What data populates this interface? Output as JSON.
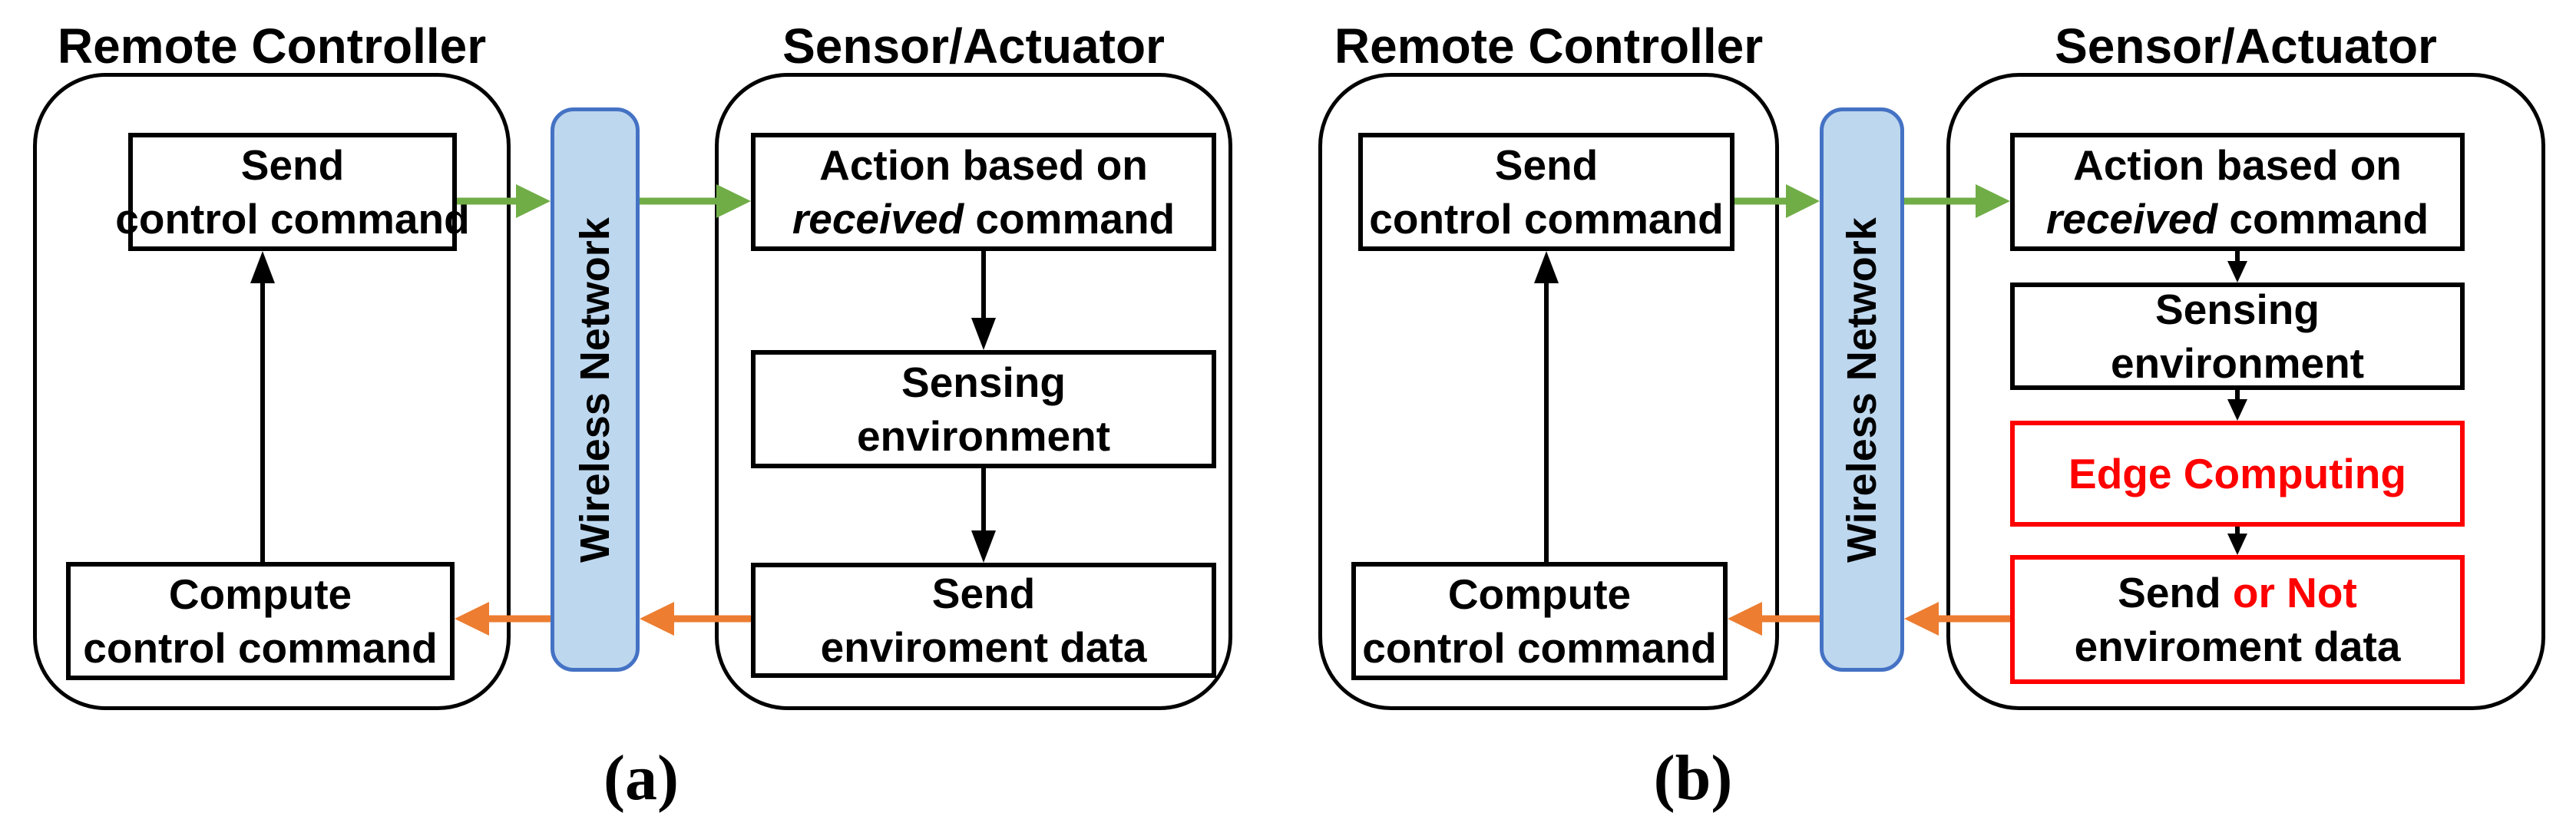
{
  "colors": {
    "green": "#70AD47",
    "orange": "#ED7D31",
    "network_fill": "#BDD7EE",
    "network_border": "#4472C4",
    "red": "#FF0000",
    "black": "#000000"
  },
  "panel_a": {
    "caption": "(a)",
    "remote_controller": {
      "title": "Remote Controller",
      "send_box": {
        "line1": "Send",
        "line2": "control command"
      },
      "compute_box": {
        "line1": "Compute",
        "line2": "control command"
      }
    },
    "wireless_network": {
      "label": "Wireless Network"
    },
    "sensor_actuator": {
      "title": "Sensor/Actuator",
      "action_box": {
        "line1": "Action based on",
        "italic": "received",
        "line2_rest": " command"
      },
      "sensing_box": {
        "line1": "Sensing",
        "line2": "environment"
      },
      "send_data_box": {
        "line1": "Send",
        "line2": "enviroment data"
      }
    }
  },
  "panel_b": {
    "caption": "(b)",
    "remote_controller": {
      "title": "Remote Controller",
      "send_box": {
        "line1": "Send",
        "line2": "control command"
      },
      "compute_box": {
        "line1": "Compute",
        "line2": "control command"
      }
    },
    "wireless_network": {
      "label": "Wireless Network"
    },
    "sensor_actuator": {
      "title": "Sensor/Actuator",
      "action_box": {
        "line1": "Action based on",
        "italic": "received",
        "line2_rest": " command"
      },
      "sensing_box": {
        "line1": "Sensing",
        "line2": "environment"
      },
      "edge_box": {
        "label": "Edge Computing"
      },
      "send_or_not_box": {
        "send": "Send ",
        "or_not": "or Not",
        "line2": "enviroment data"
      }
    }
  }
}
